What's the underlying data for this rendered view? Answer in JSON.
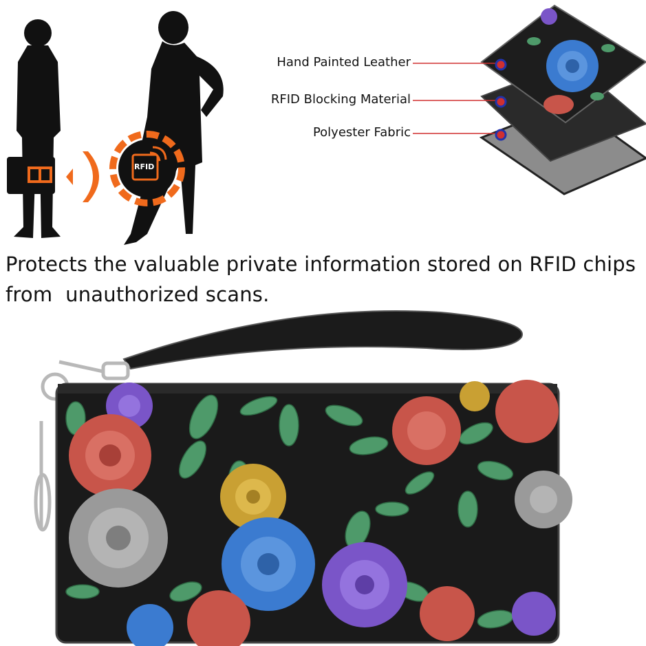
{
  "rfid_scene": {
    "badge_text": "RFID",
    "accent_color": "#f06a1c",
    "icons": [
      "man-silhouette-icon",
      "woman-silhouette-icon",
      "signal-waves-icon",
      "rfid-badge-icon"
    ]
  },
  "layers": [
    {
      "label": "Hand Painted Leather"
    },
    {
      "label": "RFID Blocking Material"
    },
    {
      "label": "Polyester Fabric"
    }
  ],
  "caption": {
    "line1": "Protects the valuable private information stored on RFID chips",
    "line2": "from  unauthorized scans."
  },
  "product": {
    "name": "floral-leather-wallet",
    "colors": {
      "leather": "#1a1a1a",
      "rose_red": "#c8554a",
      "rose_blue": "#3b7bd0",
      "rose_purple": "#7a55c8",
      "rose_gold": "#c9a033",
      "rose_silver": "#9a9a9a",
      "leaf_green": "#4e9a6a",
      "pointer_red": "#d03030"
    }
  }
}
